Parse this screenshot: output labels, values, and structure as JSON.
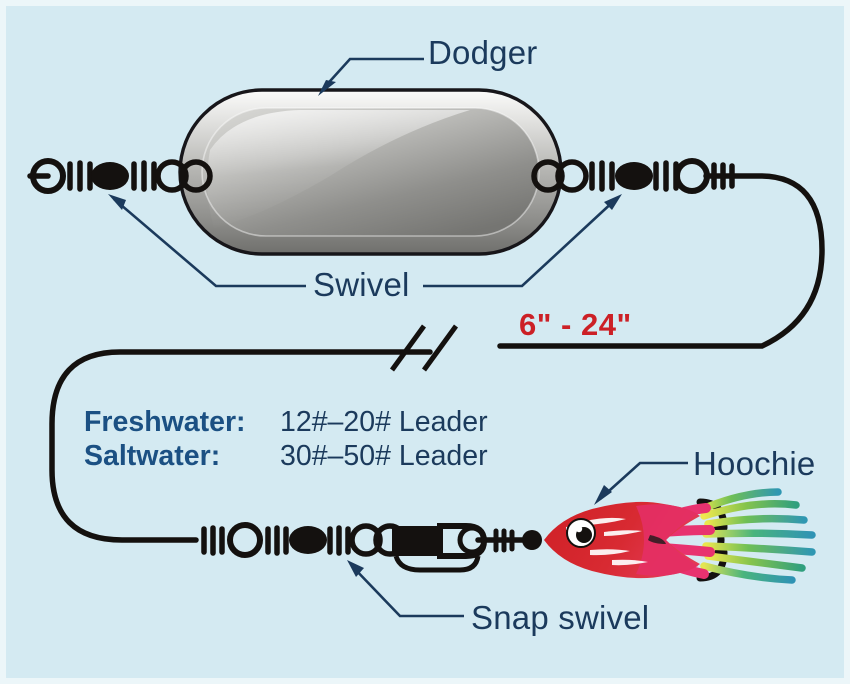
{
  "diagram": {
    "title_present": false,
    "background_color": "#d4eaf2",
    "frame_color": "#ffffff"
  },
  "labels": {
    "dodger": "Dodger",
    "swivel": "Swivel",
    "hoochie": "Hoochie",
    "snap_swivel": "Snap swivel",
    "distance": "6\" - 24\"",
    "label_color": "#1b3a5c",
    "distance_color": "#cc2026"
  },
  "leader_spec": {
    "rows": [
      {
        "key": "Freshwater:",
        "value": "12#–20# Leader"
      },
      {
        "key": "Saltwater:",
        "value": "30#–50# Leader"
      }
    ],
    "key_color": "#1b5083",
    "value_color": "#1b3a5c"
  },
  "components": {
    "dodger": {
      "name": "dodger-blade",
      "shape": "rounded-rectangle",
      "finish": "chrome-silver",
      "gradient_from": "#f2f2f0",
      "gradient_to": "#6e6e6e"
    },
    "swivel_left": {
      "name": "barrel-swivel",
      "color": "#14110f"
    },
    "swivel_right": {
      "name": "barrel-swivel",
      "color": "#14110f"
    },
    "snap_swivel": {
      "name": "snap-swivel",
      "color": "#14110f"
    },
    "hoochie": {
      "name": "hoochie-squid-skirt",
      "body_color": "#d6232a",
      "accent_color": "#e8326f",
      "eye_color": "#ffffff",
      "pupil_color": "#14110f",
      "tentacle_colors": [
        "#e8e14a",
        "#7cc24a",
        "#2fa36b",
        "#2e9ab0"
      ],
      "bead_color": "#14110f"
    },
    "line": {
      "name": "fishing-line",
      "color": "#14110f",
      "break_marks": 2
    }
  },
  "pointers": [
    {
      "target": "dodger",
      "color": "#1b3a5c"
    },
    {
      "target": "swivel-left",
      "color": "#1b3a5c"
    },
    {
      "target": "swivel-right",
      "color": "#1b3a5c"
    },
    {
      "target": "hoochie",
      "color": "#1b3a5c"
    },
    {
      "target": "snap-swivel",
      "color": "#1b3a5c"
    }
  ]
}
